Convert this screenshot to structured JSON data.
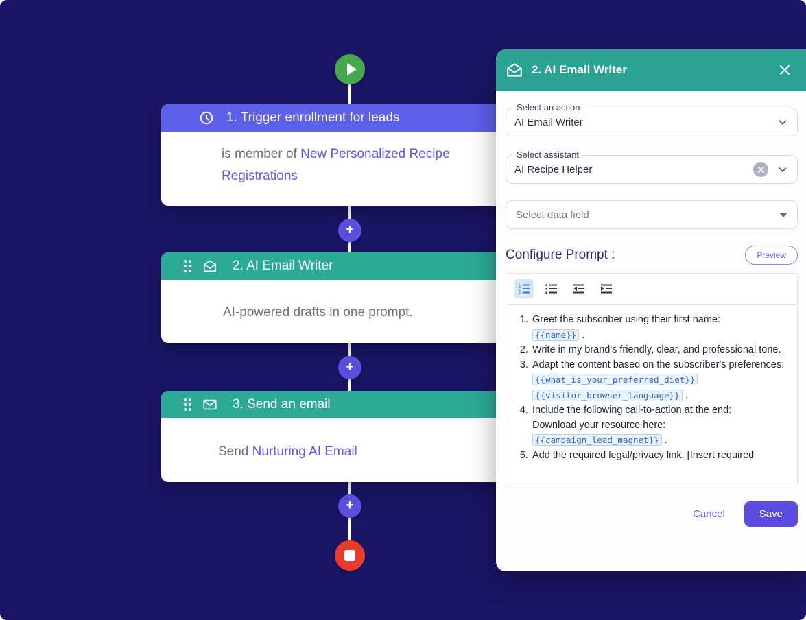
{
  "colors": {
    "background_navy": "#1c1566",
    "trigger_purple": "#5d60ea",
    "action_teal": "#2caa97",
    "panel_teal": "#2aa294",
    "add_button_purple": "#5a50dc",
    "play_green": "#46a84e",
    "stop_red": "#e73b2d",
    "link_purple": "#5a5be8",
    "save_purple": "#5b4be0",
    "token_blue": "#2f66c4"
  },
  "icons": {
    "start": "play-icon",
    "end": "stop-icon",
    "add": "plus-icon",
    "step1": "clock-icon",
    "step2": "mail-open-icon",
    "step3": "mail-icon",
    "panel_header": "mail-open-icon",
    "panel_close": "close-icon",
    "clear": "circle-x-icon",
    "dropdown": "chevron-down-icon",
    "toolbar": [
      "ordered-list-icon",
      "unordered-list-icon",
      "outdent-icon",
      "indent-icon"
    ]
  },
  "workflow": {
    "add_label": "+",
    "steps": [
      {
        "title": "1. Trigger enrollment for leads",
        "body_muted": "is member of ",
        "body_link": "New Personalized Recipe Registrations"
      },
      {
        "title": "2. AI Email Writer",
        "body_muted": "AI-powered drafts in one prompt.",
        "body_link": ""
      },
      {
        "title": "3. Send an email",
        "body_muted": "Send ",
        "body_link": "Nurturing AI Email"
      }
    ]
  },
  "panel": {
    "title": "2. AI Email Writer",
    "fields": [
      {
        "label": "Select an action",
        "value": "AI Email Writer"
      },
      {
        "label": "Select assistant",
        "value": "AI Recipe Helper"
      }
    ],
    "data_field_placeholder": "Select data field",
    "configure_label": "Configure Prompt :",
    "preview_label": "Preview",
    "prompt": {
      "items": [
        {
          "text": "Greet the subscriber using their first name:",
          "token": "{{name}}",
          "suffix": " ."
        },
        {
          "text": "Write in my brand's friendly, clear, and professional tone."
        },
        {
          "text": "Adapt the content based on the subscriber's preferences:",
          "token1": "{{what_is_your_preferred_diet}}",
          "token2": "{{visitor_browser_language}}",
          "suffix": " ."
        },
        {
          "text_a": "Include the following call-to-action at the end:",
          "text_b": "Download your resource here:",
          "token": "{{campaign_lead_magnet}}",
          "suffix": " ."
        },
        {
          "text": "Add the required legal/privacy link: [Insert required"
        }
      ]
    },
    "cancel_label": "Cancel",
    "save_label": "Save"
  }
}
